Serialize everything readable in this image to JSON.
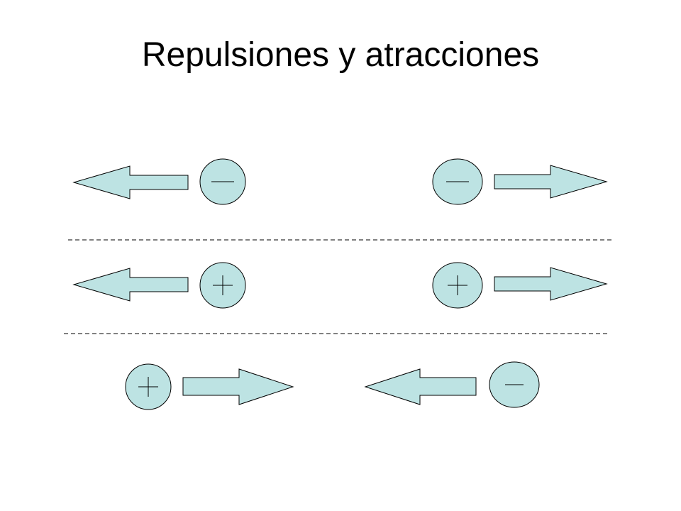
{
  "slide": {
    "title": "Repulsiones y atracciones"
  },
  "colors": {
    "fill": "#bde3e3",
    "stroke": "#000000",
    "background": "#ffffff"
  },
  "diagram": {
    "rows": [
      {
        "relation": "repulsion",
        "particles": [
          {
            "charge": "negative",
            "symbol": "minus-icon",
            "arrow": "left"
          },
          {
            "charge": "negative",
            "symbol": "minus-icon",
            "arrow": "right"
          }
        ]
      },
      {
        "relation": "repulsion",
        "particles": [
          {
            "charge": "positive",
            "symbol": "plus-icon",
            "arrow": "left"
          },
          {
            "charge": "positive",
            "symbol": "plus-icon",
            "arrow": "right"
          }
        ]
      },
      {
        "relation": "attraction",
        "particles": [
          {
            "charge": "positive",
            "symbol": "plus-icon",
            "arrow": "right"
          },
          {
            "charge": "negative",
            "symbol": "minus-icon",
            "arrow": "left"
          }
        ]
      }
    ],
    "separators": 2
  }
}
